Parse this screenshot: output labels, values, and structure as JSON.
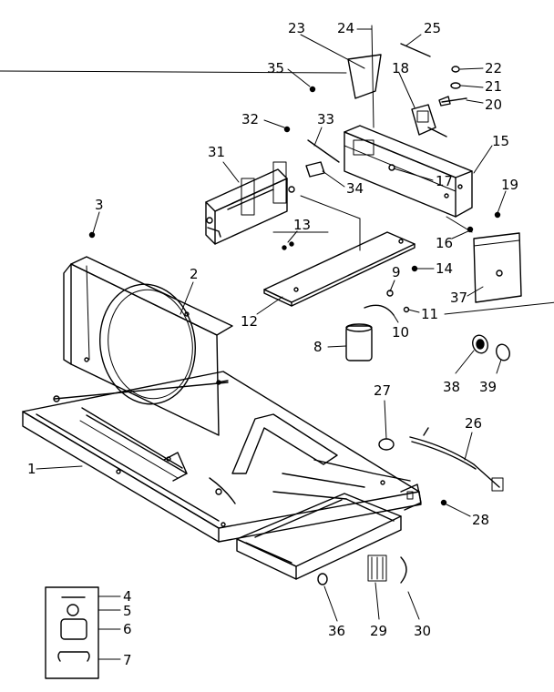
{
  "figure": {
    "labels": [
      "1",
      "2",
      "3",
      "4",
      "5",
      "6",
      "7",
      "8",
      "9",
      "10",
      "11",
      "12",
      "13",
      "14",
      "15",
      "16",
      "17",
      "18",
      "19",
      "20",
      "21",
      "22",
      "23",
      "24",
      "25",
      "26",
      "27",
      "28",
      "29",
      "30",
      "31",
      "32",
      "33",
      "34",
      "35",
      "36",
      "37",
      "38",
      "39"
    ]
  }
}
